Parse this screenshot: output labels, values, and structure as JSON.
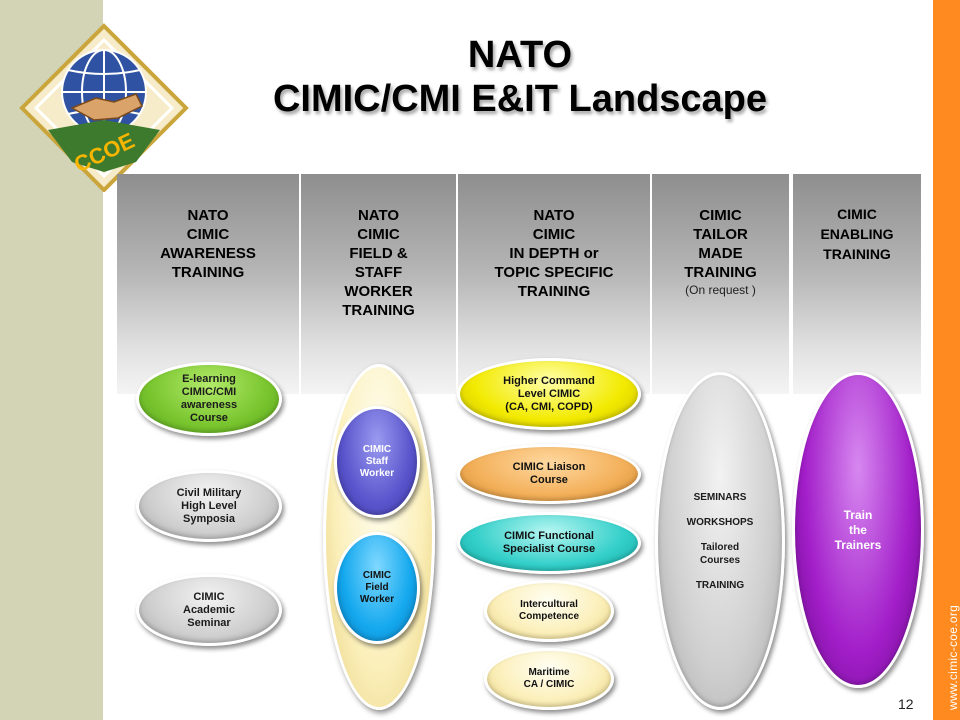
{
  "title": {
    "line1": "NATO",
    "line2": "CIMIC/CMI E&IT Landscape"
  },
  "logo": {
    "text": "CCOE",
    "icon": "ccoe-globe-handshake-logo"
  },
  "side_url": "www.cimic-coe.org",
  "page_number": "12",
  "columns": [
    {
      "lines": [
        "NATO",
        "CIMIC",
        "AWARENESS",
        "TRAINING"
      ]
    },
    {
      "lines": [
        "NATO",
        "CIMIC",
        "FIELD &",
        "STAFF",
        "WORKER",
        "TRAINING"
      ]
    },
    {
      "lines": [
        "NATO",
        "CIMIC",
        "IN DEPTH or",
        "TOPIC SPECIFIC",
        "TRAINING"
      ]
    },
    {
      "lines": [
        "CIMIC",
        "TAILOR",
        "MADE",
        "TRAINING"
      ],
      "sub": "(On request )"
    },
    {
      "lines": [
        "CIMIC",
        "ENABLING",
        "TRAINING"
      ]
    }
  ],
  "courses": {
    "elearning": [
      "E-learning",
      "CIMIC/CMI",
      "awareness",
      "Course"
    ],
    "civil_military": [
      "Civil Military",
      "High Level",
      "Symposia"
    ],
    "academic": [
      "CIMIC",
      "Academic",
      "Seminar"
    ],
    "staff_worker": [
      "CIMIC",
      "Staff",
      "Worker"
    ],
    "field_worker": [
      "CIMIC",
      "Field",
      "Worker"
    ],
    "higher_command": [
      "Higher Command",
      "Level CIMIC",
      "(CA, CMI, COPD)"
    ],
    "liaison": [
      "CIMIC Liaison",
      "Course"
    ],
    "functional": [
      "CIMIC Functional",
      "Specialist Course"
    ],
    "intercultural": [
      "Intercultural",
      "Competence"
    ],
    "maritime": [
      "Maritime",
      "CA / CIMIC"
    ],
    "tailored": [
      "SEMINARS",
      "WORKSHOPS",
      "Tailored",
      "Courses",
      "TRAINING"
    ],
    "trainers": [
      "Train",
      "the",
      "Trainers"
    ]
  },
  "colors": {
    "left_band": "#d3d3b6",
    "right_bar": "#ff8a1f"
  }
}
